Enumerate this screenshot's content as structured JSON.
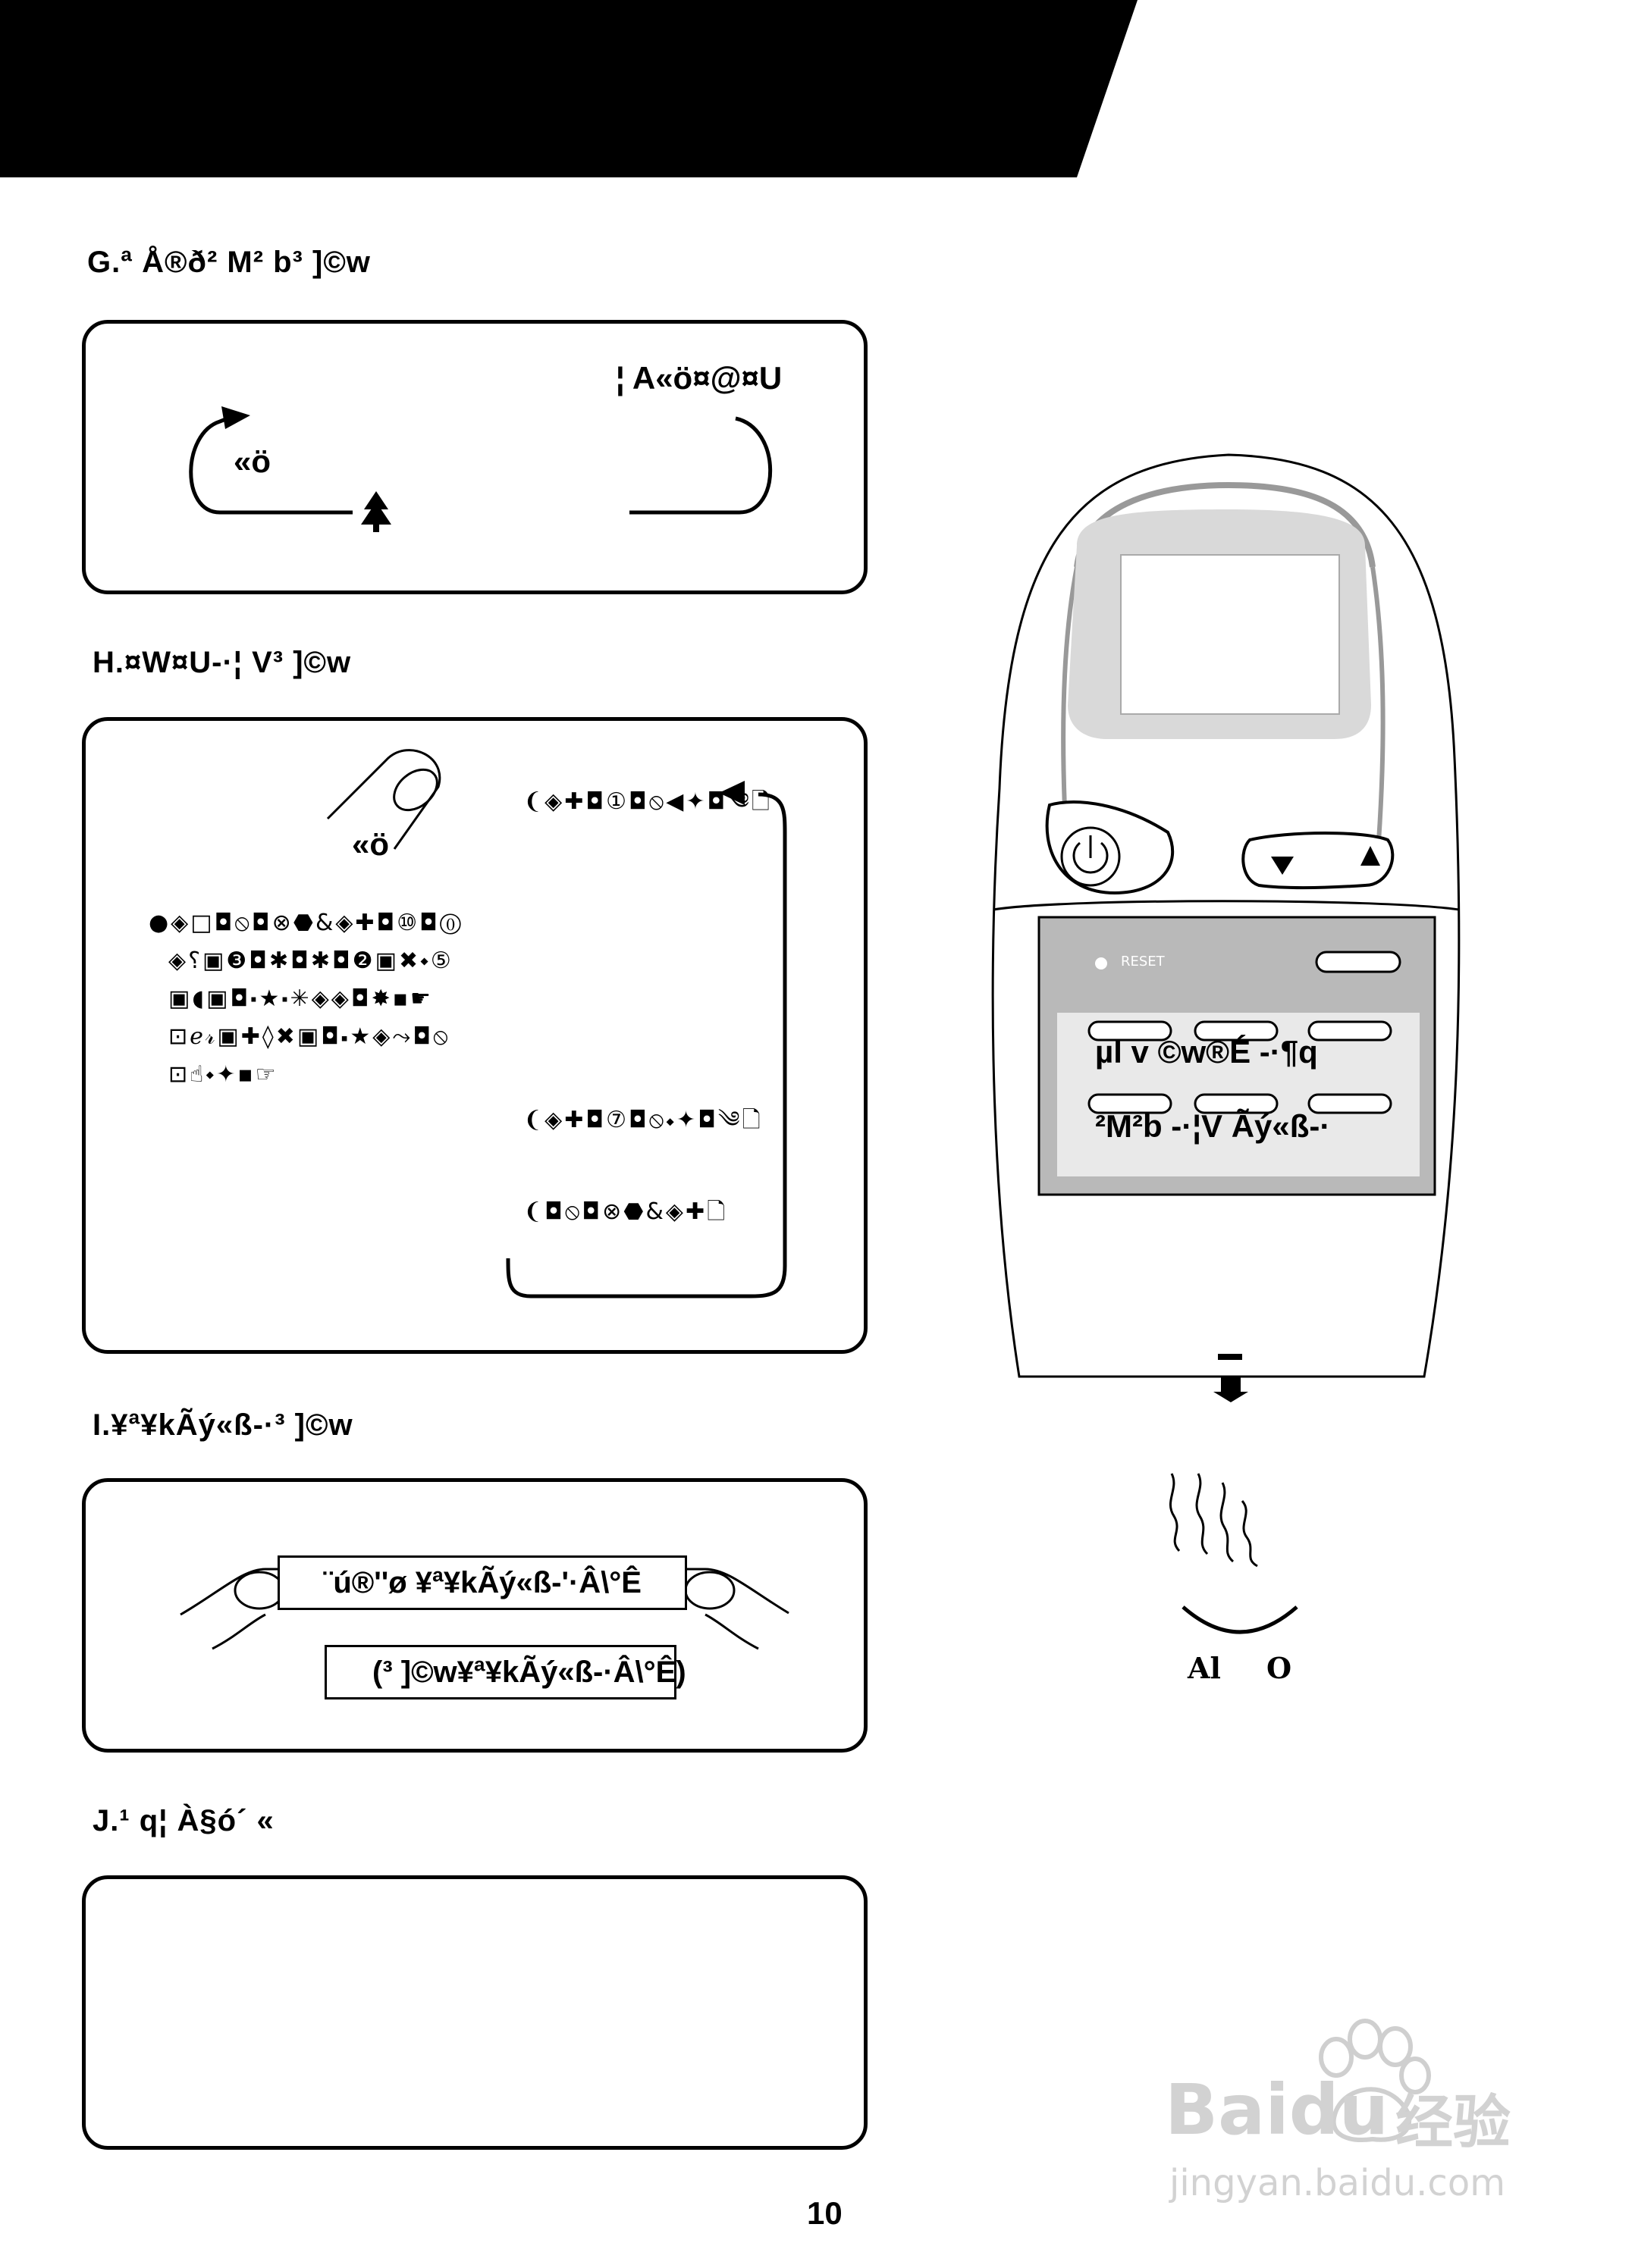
{
  "page_number": "10",
  "sections": {
    "g": {
      "title": "G.ª Å®ð² M² b³ ]©w",
      "right_label": "¦ A«ö¤@¤U",
      "left_label": "«ö"
    },
    "h": {
      "title": "H.¤W¤U-·¦ V³ ]©w",
      "press_label": "«ö",
      "symbol_line_1": "❨◈✚◘①◘⦸◀✦◘༄🗋",
      "symbol_line_2": "❨◈✚◘⑦◘⦸⬩✦◘༄🗋",
      "symbol_line_3": "❨◘⦸◘⊗⬣&◈✚🗋",
      "bullet_lines": [
        "●◈□◘⦸◘⊗⬣&◈✚◘⑩◘⓪",
        "◈⸮▣❸◘✱◘✱◘❷▣✖⬩⑤",
        "▣◖▣◘⬝★⬝✳◈◈◘✸▪☛",
        "⊡ℯ𝓇▣✚◊✖▣◘⬝★◈⤳◘⦸",
        "⊡☝⬩✦▪☞"
      ]
    },
    "i": {
      "title": "I.¥ª¥kÃý«ß-·³ ]©w",
      "box_1": "¨ú®''ø ¥ª¥kÃý«ß-'·Â\\°Ê",
      "box_2": "(³ ]©w¥ª¥kÃý«ß-·Â\\°Ê)"
    },
    "j": {
      "title": "J.¹ q¦ À§ó´ «"
    }
  },
  "remote": {
    "reset_label": "RESET",
    "keypad_row_1": "µl   v    ©w®É   -·¶q",
    "keypad_row_2": "²M²b   -·¦V   Ãý«ß-·",
    "bottom_label_left": "Al",
    "bottom_label_right": "O"
  },
  "watermark": {
    "brand": "Baidu",
    "suffix": "经验",
    "url": "jingyan.baidu.com"
  }
}
